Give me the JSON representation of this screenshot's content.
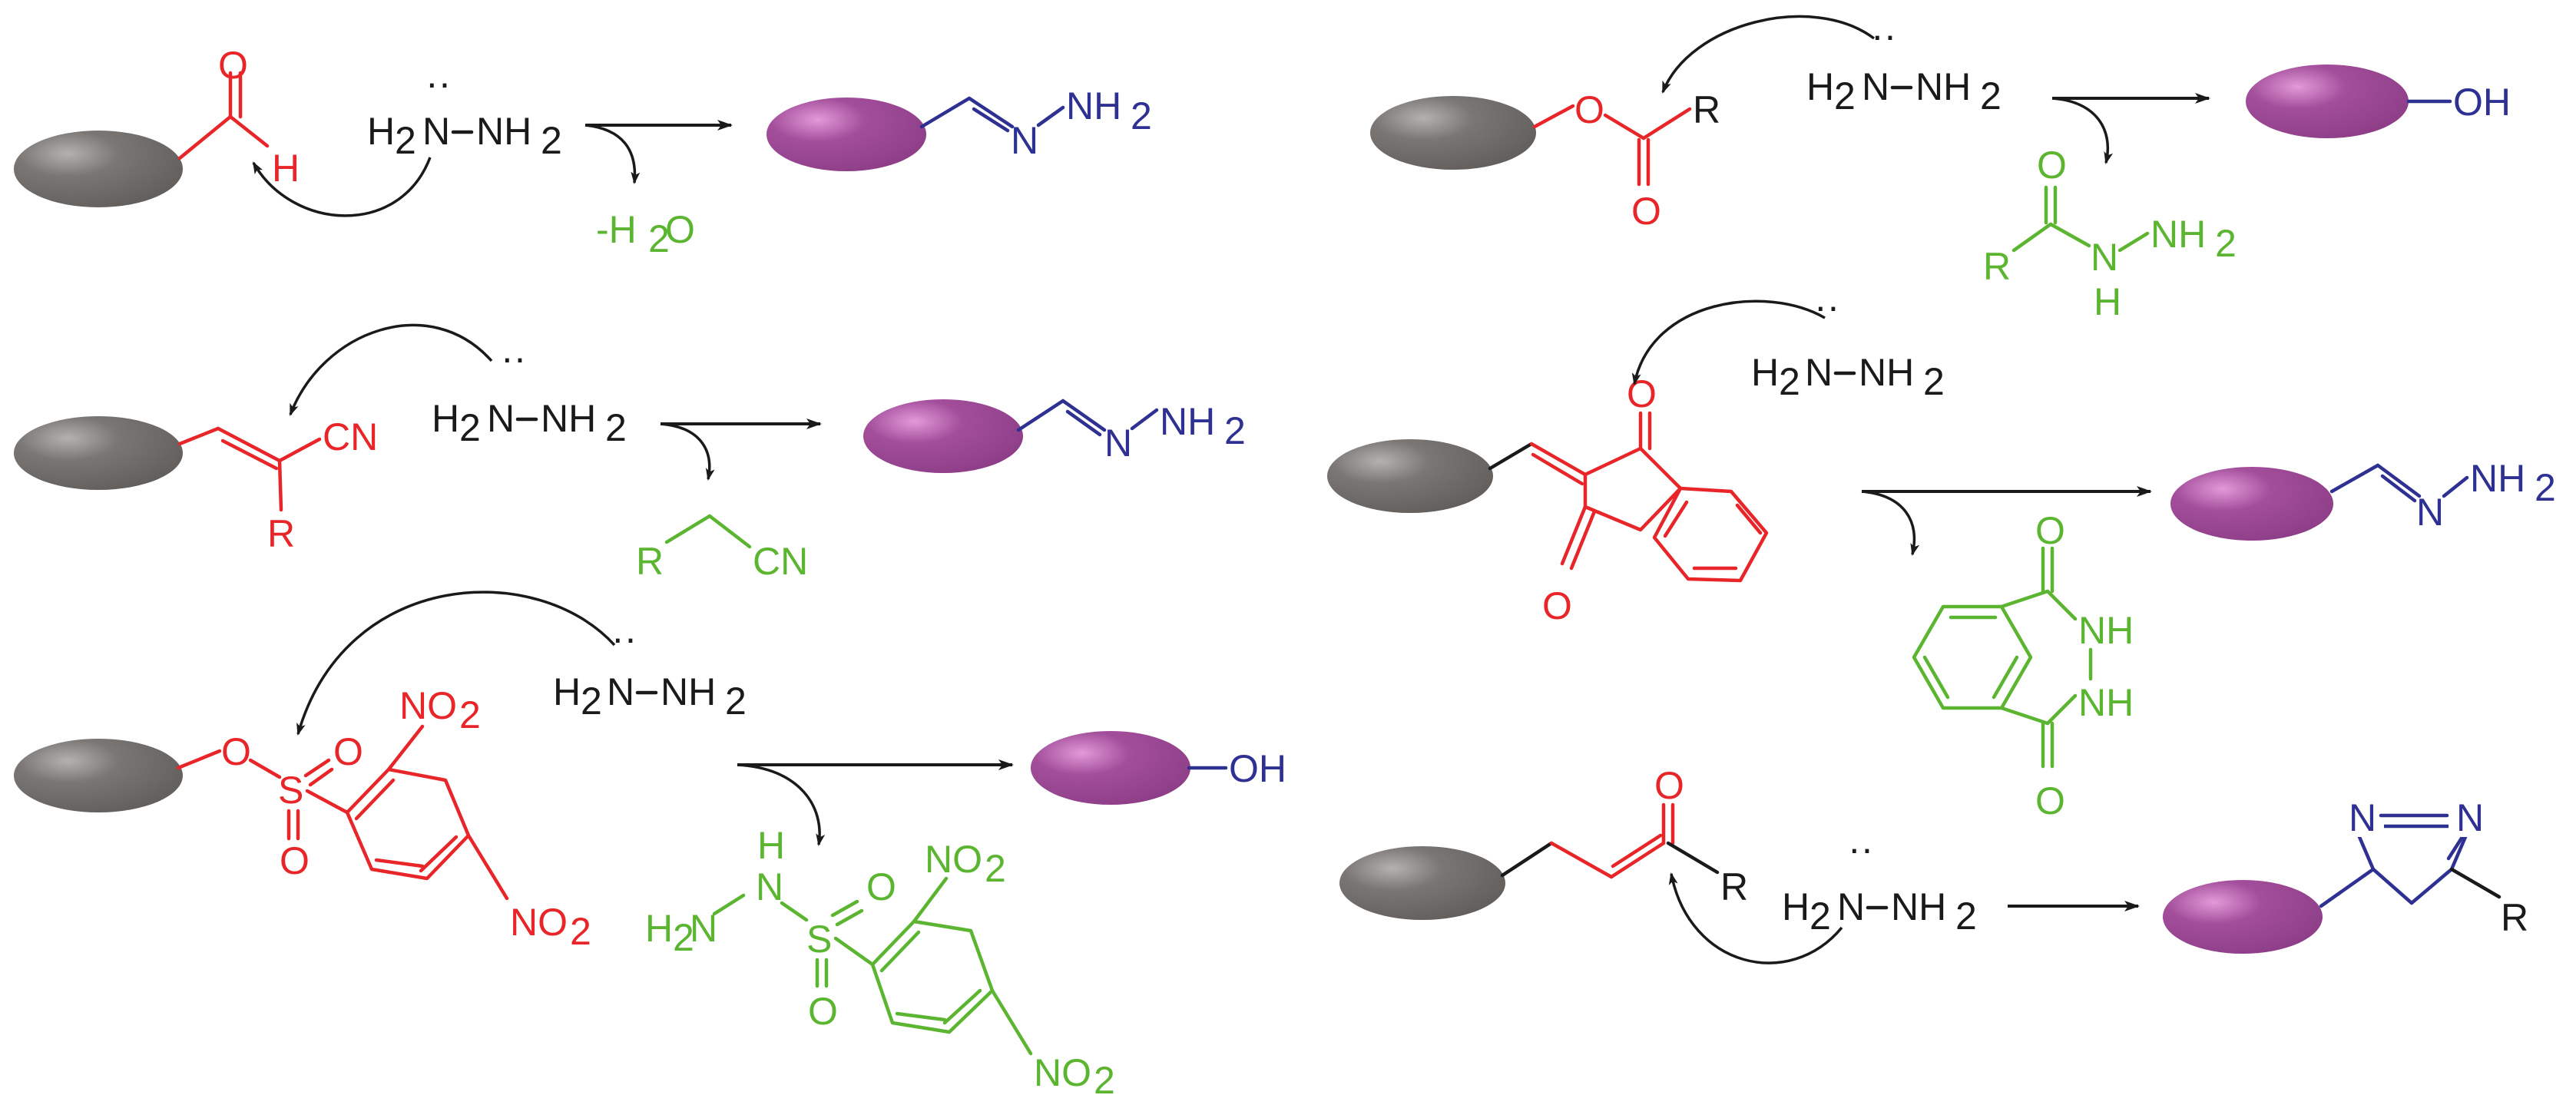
{
  "colors": {
    "reactive_group": "#e8262a",
    "byproduct": "#5cb531",
    "product_group": "#2e3192",
    "probe_before": "#7a7674",
    "probe_after": "#a34e9b",
    "reagent": "#1a1a1a"
  },
  "reagent": {
    "h2": "H",
    "h2_sub": "2",
    "n": "N",
    "dash": "–",
    "nh": "NH",
    "nh_sub": "2",
    "lone_pair": "··"
  },
  "labels": {
    "O": "O",
    "H": "H",
    "R": "R",
    "CN": "CN",
    "N": "N",
    "NH2": "NH",
    "sub2": "2",
    "OH": "OH",
    "NH": "NH",
    "NO2": "NO",
    "S": "S",
    "minus_h": "-H",
    "water_o": "O"
  },
  "reactions": [
    {
      "id": "aldehyde",
      "reactive": "CHO",
      "byproduct": "-H2O",
      "product": "hydrazone"
    },
    {
      "id": "ester",
      "reactive": "ester (O–C(=O)R)",
      "byproduct": "acyl hydrazide",
      "product": "OH"
    },
    {
      "id": "dicyanovinyl",
      "reactive": "C=C(CN)R",
      "byproduct": "R–CH2–CN",
      "product": "hydrazone"
    },
    {
      "id": "indandione",
      "reactive": "2-methylene-indan-1,3-dione",
      "byproduct": "phthalazine-1,4-dione",
      "product": "hydrazone"
    },
    {
      "id": "dnbs",
      "reactive": "2,4-dinitrobenzenesulfonate",
      "byproduct": "2,4-dinitrobenzenesulfonyl hydrazide",
      "product": "OH"
    },
    {
      "id": "enone",
      "reactive": "α,β-unsaturated ketone",
      "byproduct": "",
      "product": "pyrazoline"
    }
  ]
}
